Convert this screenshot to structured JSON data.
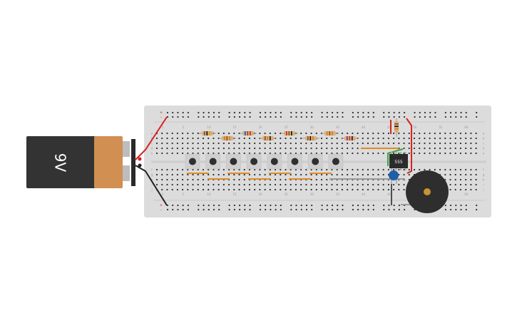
{
  "battery": {
    "label": "9V"
  },
  "chip": {
    "label": "555"
  },
  "breadboard": {
    "col_numbers": [
      "1",
      "5",
      "10",
      "15",
      "20",
      "25",
      "30",
      "35",
      "40",
      "45",
      "50",
      "55",
      "60"
    ],
    "row_letters_top": [
      "a",
      "b",
      "c",
      "d",
      "e"
    ],
    "row_letters_bottom": [
      "f",
      "g",
      "h",
      "i",
      "j"
    ],
    "rail_marks": [
      "+",
      "-"
    ]
  },
  "components": {
    "pushbuttons": 8,
    "resistors": 9,
    "piezo_buzzer": 1,
    "ceramic_capacitor": 1
  },
  "colors": {
    "board": "#dcdcdc",
    "hole": "#2d2d2d",
    "battery_body": "#333333",
    "battery_cap": "#d18f52",
    "wire_red": "#d62222",
    "wire_black": "#222222",
    "wire_orange": "#e08a2a",
    "wire_green": "#3aa63a",
    "buzzer": "#2e2e2e",
    "buzzer_center": "#c8942e",
    "capacitor": "#1f5fa8"
  }
}
